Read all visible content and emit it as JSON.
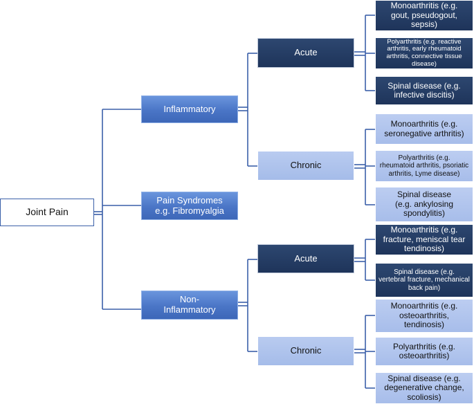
{
  "root": {
    "label": "Joint Pain"
  },
  "categories": {
    "inflammatory": "Inflammatory",
    "pain_syndromes": "Pain Syndromes\ne.g. Fibromyalgia",
    "non_inflammatory": "Non-\nInflammatory"
  },
  "inflammatory": {
    "acute": {
      "label": "Acute",
      "items": [
        "Monoarthritis (e.g.\ngout, pseudogout,\nsepsis)",
        "Polyarthritis (e.g. reactive\narthritis, early rheumatoid\narthritis, connective tissue\ndisease)",
        "Spinal disease (e.g.\ninfective discitis)"
      ]
    },
    "chronic": {
      "label": "Chronic",
      "items": [
        "Monoarthritis (e.g.\nseronegative arthritis)",
        "Polyarthritis (e.g.\nrheumatoid arthritis, psoriatic\narthritis, Lyme disease)",
        "Spinal disease\n(e.g. ankylosing\nspondylitis)"
      ]
    }
  },
  "non_inflammatory": {
    "acute": {
      "label": "Acute",
      "items": [
        "Monoarthritis (e.g.\nfracture, meniscal tear\ntendinosis)",
        "Spinal disease (e.g.\nvertebral fracture, mechanical\nback pain)"
      ]
    },
    "chronic": {
      "label": "Chronic",
      "items": [
        "Monoarthritis (e.g.\nosteoarthritis,\ntendinosis)",
        "Polyarthritis (e.g.\nosteoarthritis)",
        "Spinal disease (e.g.\ndegenerative change,\nscoliosis)"
      ]
    }
  },
  "colors": {
    "connector": "#3a5fa8",
    "mid_fill": "#4a75c6",
    "dark_fill": "#1e345a",
    "light_fill": "#a9bfeb"
  }
}
